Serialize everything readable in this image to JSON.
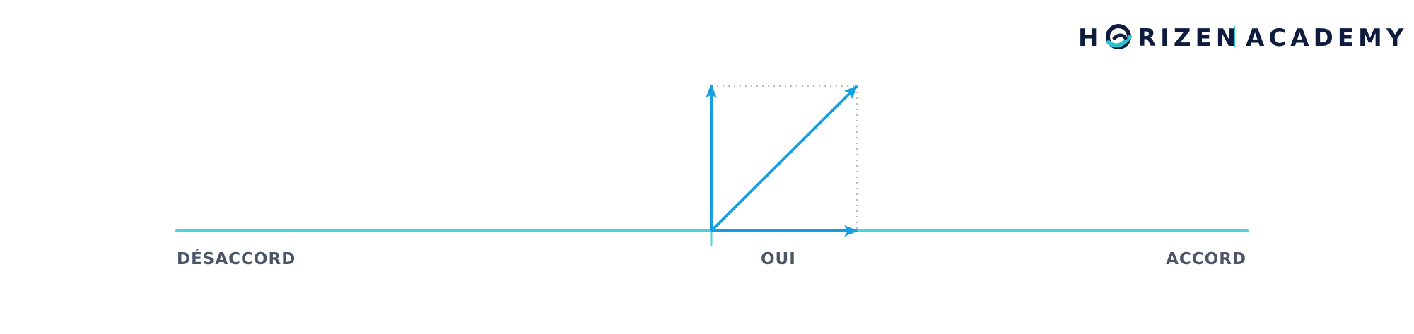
{
  "logo": {
    "letter_h": "H",
    "rest_of_word": "RIZEN",
    "academy": "ACADEMY"
  },
  "axis": {
    "left_label": "DÉSACCORD",
    "middle_label": "OUI",
    "right_label": "ACCORD"
  },
  "colors": {
    "axis_line": "#4dd0e1",
    "vector": "#159fe2",
    "dotted_guide": "#b7bec7",
    "label_text": "#4a5568",
    "logo_navy": "#0d1b3e",
    "logo_teal": "#2bc3cf"
  },
  "icons": {
    "logo_mark": "horizen-o-swirl-icon",
    "vector_heads": "arrowhead-icon"
  }
}
